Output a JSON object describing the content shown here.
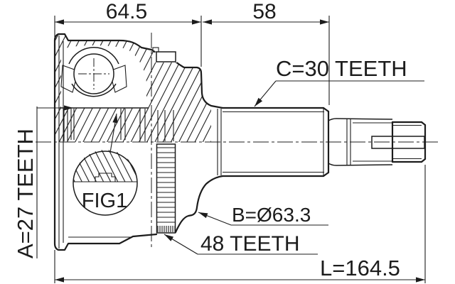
{
  "dimensions": {
    "housing_width": "64.5",
    "spline_length": "58",
    "overall_length": "L=164.5"
  },
  "labels": {
    "shaft_spline": "C=30 TEETH",
    "inner_spline": "A=27 TEETH",
    "housing_diameter": "B=Ø63.3",
    "abs_ring_teeth": "48 TEETH",
    "detail_ref": "FIG1"
  },
  "colors": {
    "line": "#1c1c1c",
    "background": "#ffffff"
  }
}
